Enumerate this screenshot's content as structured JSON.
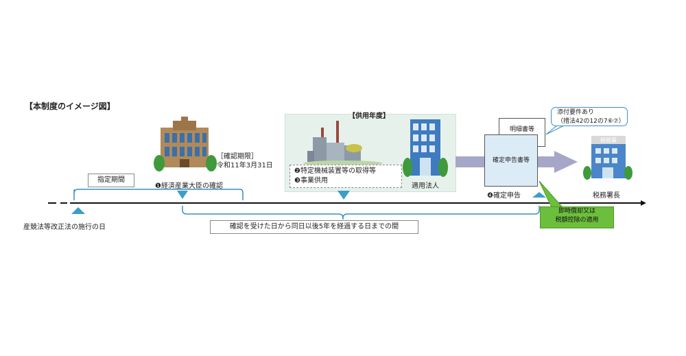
{
  "title": "【本制度のイメージ図】",
  "kyoyo_nendo": "【供用年度】",
  "shitei_kikan": "指定期間",
  "step1": "❶経済産業大臣の確認",
  "kakunin_kigen": {
    "label": "［確認期限］",
    "date": "令和11年3月31日"
  },
  "step2": "❷特定機械装置等の取得等",
  "step3": "❸事業供用",
  "tekiyo_hojin": "適用法人",
  "step4": "❹確定申告",
  "meisai": "明細書等",
  "kakutei_shinkoku_sho": "確定申告書等",
  "tenpu": {
    "line1": "添付要件あり",
    "line2": "（措法42の12の7⑥⑦）"
  },
  "zeimusho_sign": "税務署",
  "zeimu_shocho": "税務署長",
  "sokuji": {
    "line1": "即時償却又は",
    "line2": "税額控除の適用"
  },
  "shiko_bi": "産競法等改正法の施行の日",
  "kikan": "確認を受けた日から同日以後5年を経過する日までの間"
}
